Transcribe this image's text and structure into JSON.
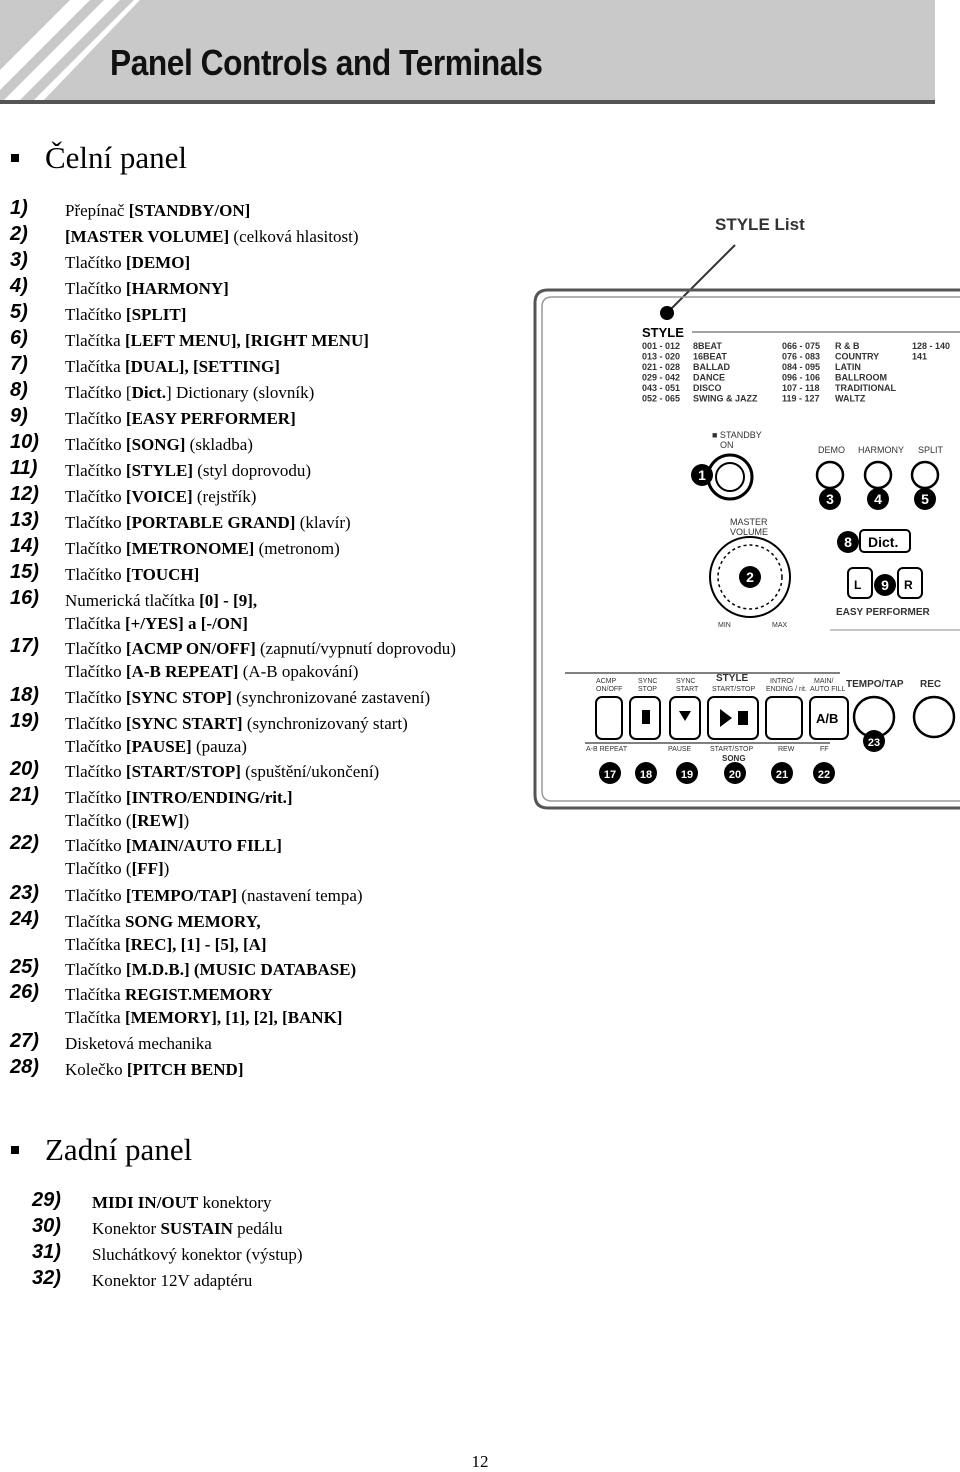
{
  "header": {
    "title": "Panel Controls and Terminals"
  },
  "front_panel": {
    "heading": "Čelní panel",
    "items": [
      {
        "num": "1)",
        "parts": [
          [
            "Přepínač ",
            false
          ],
          [
            "[STANDBY/ON]",
            true
          ]
        ]
      },
      {
        "num": "2)",
        "parts": [
          [
            "[MASTER VOLUME]",
            true
          ],
          [
            " (celková hlasitost)",
            false
          ]
        ]
      },
      {
        "num": "3)",
        "parts": [
          [
            "Tlačítko ",
            false
          ],
          [
            "[DEMO]",
            true
          ]
        ]
      },
      {
        "num": "4)",
        "parts": [
          [
            "Tlačítko ",
            false
          ],
          [
            "[HARMONY]",
            true
          ]
        ]
      },
      {
        "num": "5)",
        "parts": [
          [
            "Tlačítko ",
            false
          ],
          [
            "[SPLIT]",
            true
          ]
        ]
      },
      {
        "num": "6)",
        "parts": [
          [
            "Tlačítka ",
            false
          ],
          [
            "[LEFT MENU], [RIGHT MENU]",
            true
          ]
        ]
      },
      {
        "num": "7)",
        "parts": [
          [
            "Tlačítka ",
            false
          ],
          [
            "[DUAL], [SETTING]",
            true
          ]
        ]
      },
      {
        "num": "8)",
        "parts": [
          [
            "Tlačítko [",
            false
          ],
          [
            "Dict.",
            true
          ],
          [
            "] Dictionary (slovník)",
            false
          ]
        ]
      },
      {
        "num": "9)",
        "parts": [
          [
            "Tlačítko ",
            false
          ],
          [
            "[EASY PERFORMER]",
            true
          ]
        ]
      },
      {
        "num": "10)",
        "parts": [
          [
            "Tlačítko ",
            false
          ],
          [
            "[SONG]",
            true
          ],
          [
            " (skladba)",
            false
          ]
        ]
      },
      {
        "num": "11)",
        "parts": [
          [
            "Tlačítko ",
            false
          ],
          [
            "[STYLE]",
            true
          ],
          [
            " (styl doprovodu)",
            false
          ]
        ]
      },
      {
        "num": "12)",
        "parts": [
          [
            "Tlačítko ",
            false
          ],
          [
            "[VOICE]",
            true
          ],
          [
            " (rejstřík)",
            false
          ]
        ]
      },
      {
        "num": "13)",
        "parts": [
          [
            "Tlačítko ",
            false
          ],
          [
            "[PORTABLE GRAND]",
            true
          ],
          [
            " (klavír)",
            false
          ]
        ]
      },
      {
        "num": "14)",
        "parts": [
          [
            "Tlačítko ",
            false
          ],
          [
            "[METRONOME]",
            true
          ],
          [
            " (metronom)",
            false
          ]
        ]
      },
      {
        "num": "15)",
        "parts": [
          [
            "Tlačítko ",
            false
          ],
          [
            "[TOUCH]",
            true
          ]
        ]
      },
      {
        "num": "16)",
        "parts": [
          [
            "Numerická tlačítka ",
            false
          ],
          [
            "[0] - [9],",
            true
          ]
        ],
        "line2": [
          [
            "Tlačítka ",
            false
          ],
          [
            "[+/YES] a [-/ON]",
            true
          ]
        ]
      },
      {
        "num": "17)",
        "parts": [
          [
            "Tlačítko ",
            false
          ],
          [
            "[ACMP ON/OFF]",
            true
          ],
          [
            " (zapnutí/vypnutí doprovodu)",
            false
          ]
        ],
        "line2": [
          [
            "Tlačítko ",
            false
          ],
          [
            "[A-B REPEAT]",
            true
          ],
          [
            " (A-B opakování)",
            false
          ]
        ]
      },
      {
        "num": "18)",
        "parts": [
          [
            "Tlačítko ",
            false
          ],
          [
            "[SYNC STOP]",
            true
          ],
          [
            " (synchronizované zastavení)",
            false
          ]
        ]
      },
      {
        "num": "19)",
        "parts": [
          [
            "Tlačítko ",
            false
          ],
          [
            "[SYNC START]",
            true
          ],
          [
            " (synchronizovaný start)",
            false
          ]
        ],
        "line2": [
          [
            "Tlačítko ",
            false
          ],
          [
            "[PAUSE]",
            true
          ],
          [
            " (pauza)",
            false
          ]
        ]
      },
      {
        "num": "20)",
        "parts": [
          [
            "Tlačítko ",
            false
          ],
          [
            "[START/STOP]",
            true
          ],
          [
            " (spuštění/ukončení)",
            false
          ]
        ]
      },
      {
        "num": "21)",
        "parts": [
          [
            "Tlačítko ",
            false
          ],
          [
            "[INTRO/ENDING/rit.]",
            true
          ]
        ],
        "line2": [
          [
            "Tlačítko (",
            false
          ],
          [
            "[REW]",
            true
          ],
          [
            ")",
            false
          ]
        ]
      },
      {
        "num": "22)",
        "parts": [
          [
            "Tlačítko ",
            false
          ],
          [
            "[MAIN/AUTO FILL]",
            true
          ]
        ],
        "line2": [
          [
            "Tlačítko (",
            false
          ],
          [
            "[FF]",
            true
          ],
          [
            ")",
            false
          ]
        ]
      },
      {
        "num": "23)",
        "parts": [
          [
            "Tlačítko ",
            false
          ],
          [
            "[TEMPO/TAP]",
            true
          ],
          [
            " (nastavení tempa)",
            false
          ]
        ]
      },
      {
        "num": "24)",
        "parts": [
          [
            "Tlačítka ",
            false
          ],
          [
            "SONG MEMORY,",
            true
          ]
        ],
        "line2": [
          [
            "Tlačítka ",
            false
          ],
          [
            "[REC], [1] - [5], [A]",
            true
          ]
        ]
      },
      {
        "num": "25)",
        "parts": [
          [
            "Tlačítko ",
            false
          ],
          [
            "[M.D.B.] (MUSIC DATABASE)",
            true
          ]
        ]
      },
      {
        "num": "26)",
        "parts": [
          [
            "Tlačítka ",
            false
          ],
          [
            "REGIST.MEMORY",
            true
          ]
        ],
        "line2": [
          [
            "Tlačítka ",
            false
          ],
          [
            "[MEMORY], [1], [2], [BANK]",
            true
          ]
        ]
      },
      {
        "num": "27)",
        "parts": [
          [
            "Disketová mechanika",
            false
          ]
        ]
      },
      {
        "num": "28)",
        "parts": [
          [
            "Kolečko ",
            false
          ],
          [
            "[PITCH BEND]",
            true
          ]
        ]
      }
    ]
  },
  "rear_panel": {
    "heading": "Zadní panel",
    "items": [
      {
        "num": "29)",
        "parts": [
          [
            "MIDI IN/OUT",
            true
          ],
          [
            " konektory",
            false
          ]
        ]
      },
      {
        "num": "30)",
        "parts": [
          [
            "Konektor ",
            false
          ],
          [
            "SUSTAIN",
            true
          ],
          [
            " pedálu",
            false
          ]
        ]
      },
      {
        "num": "31)",
        "parts": [
          [
            "Sluchátkový konektor (výstup)",
            false
          ]
        ]
      },
      {
        "num": "32)",
        "parts": [
          [
            "Konektor 12V adaptéru",
            false
          ]
        ]
      }
    ]
  },
  "diagram": {
    "style_list_label": "STYLE List",
    "style_title": "STYLE",
    "style_col1": [
      [
        "001 - 012",
        "8BEAT"
      ],
      [
        "013 - 020",
        "16BEAT"
      ],
      [
        "021 - 028",
        "BALLAD"
      ],
      [
        "029 - 042",
        "DANCE"
      ],
      [
        "043 - 051",
        "DISCO"
      ],
      [
        "052 - 065",
        "SWING & JAZZ"
      ]
    ],
    "style_col2": [
      [
        "066 - 075",
        "R & B"
      ],
      [
        "076 - 083",
        "COUNTRY"
      ],
      [
        "084 - 095",
        "LATIN"
      ],
      [
        "096 - 106",
        "BALLROOM"
      ],
      [
        "107 - 118",
        "TRADITIONAL"
      ],
      [
        "119 - 127",
        "WALTZ"
      ]
    ],
    "style_col3": [
      [
        "128 - 140",
        ""
      ],
      [
        "141",
        ""
      ]
    ],
    "labels": {
      "standby": "STANDBY",
      "on": "ON",
      "demo": "DEMO",
      "harmony": "HARMONY",
      "split": "SPLIT",
      "master": "MASTER",
      "volume": "VOLUME",
      "min": "MIN",
      "max": "MAX",
      "dict": "Dict.",
      "easy_performer": "EASY PERFORMER",
      "acmp": "ACMP",
      "acmp2": "ON/OFF",
      "sync_stop": "SYNC",
      "sync_stop2": "STOP",
      "sync_start": "SYNC",
      "sync_start2": "START",
      "style": "STYLE",
      "start_stop": "START/STOP",
      "intro": "INTRO/",
      "intro2": "ENDING / rit.",
      "main": "MAIN/",
      "main2": "AUTO FILL",
      "tempo_tap": "TEMPO/TAP",
      "rec": "REC",
      "ab_repeat": "A-B REPEAT",
      "pause": "PAUSE",
      "song_start_stop": "START/STOP",
      "rew": "REW",
      "ff": "FF",
      "song": "SONG",
      "ab_btn": "A/B",
      "l": "L",
      "r": "R"
    },
    "callouts": [
      "1",
      "2",
      "3",
      "4",
      "5",
      "8",
      "9",
      "17",
      "18",
      "19",
      "20",
      "21",
      "22",
      "23"
    ]
  },
  "footer": {
    "page_number": "12"
  }
}
